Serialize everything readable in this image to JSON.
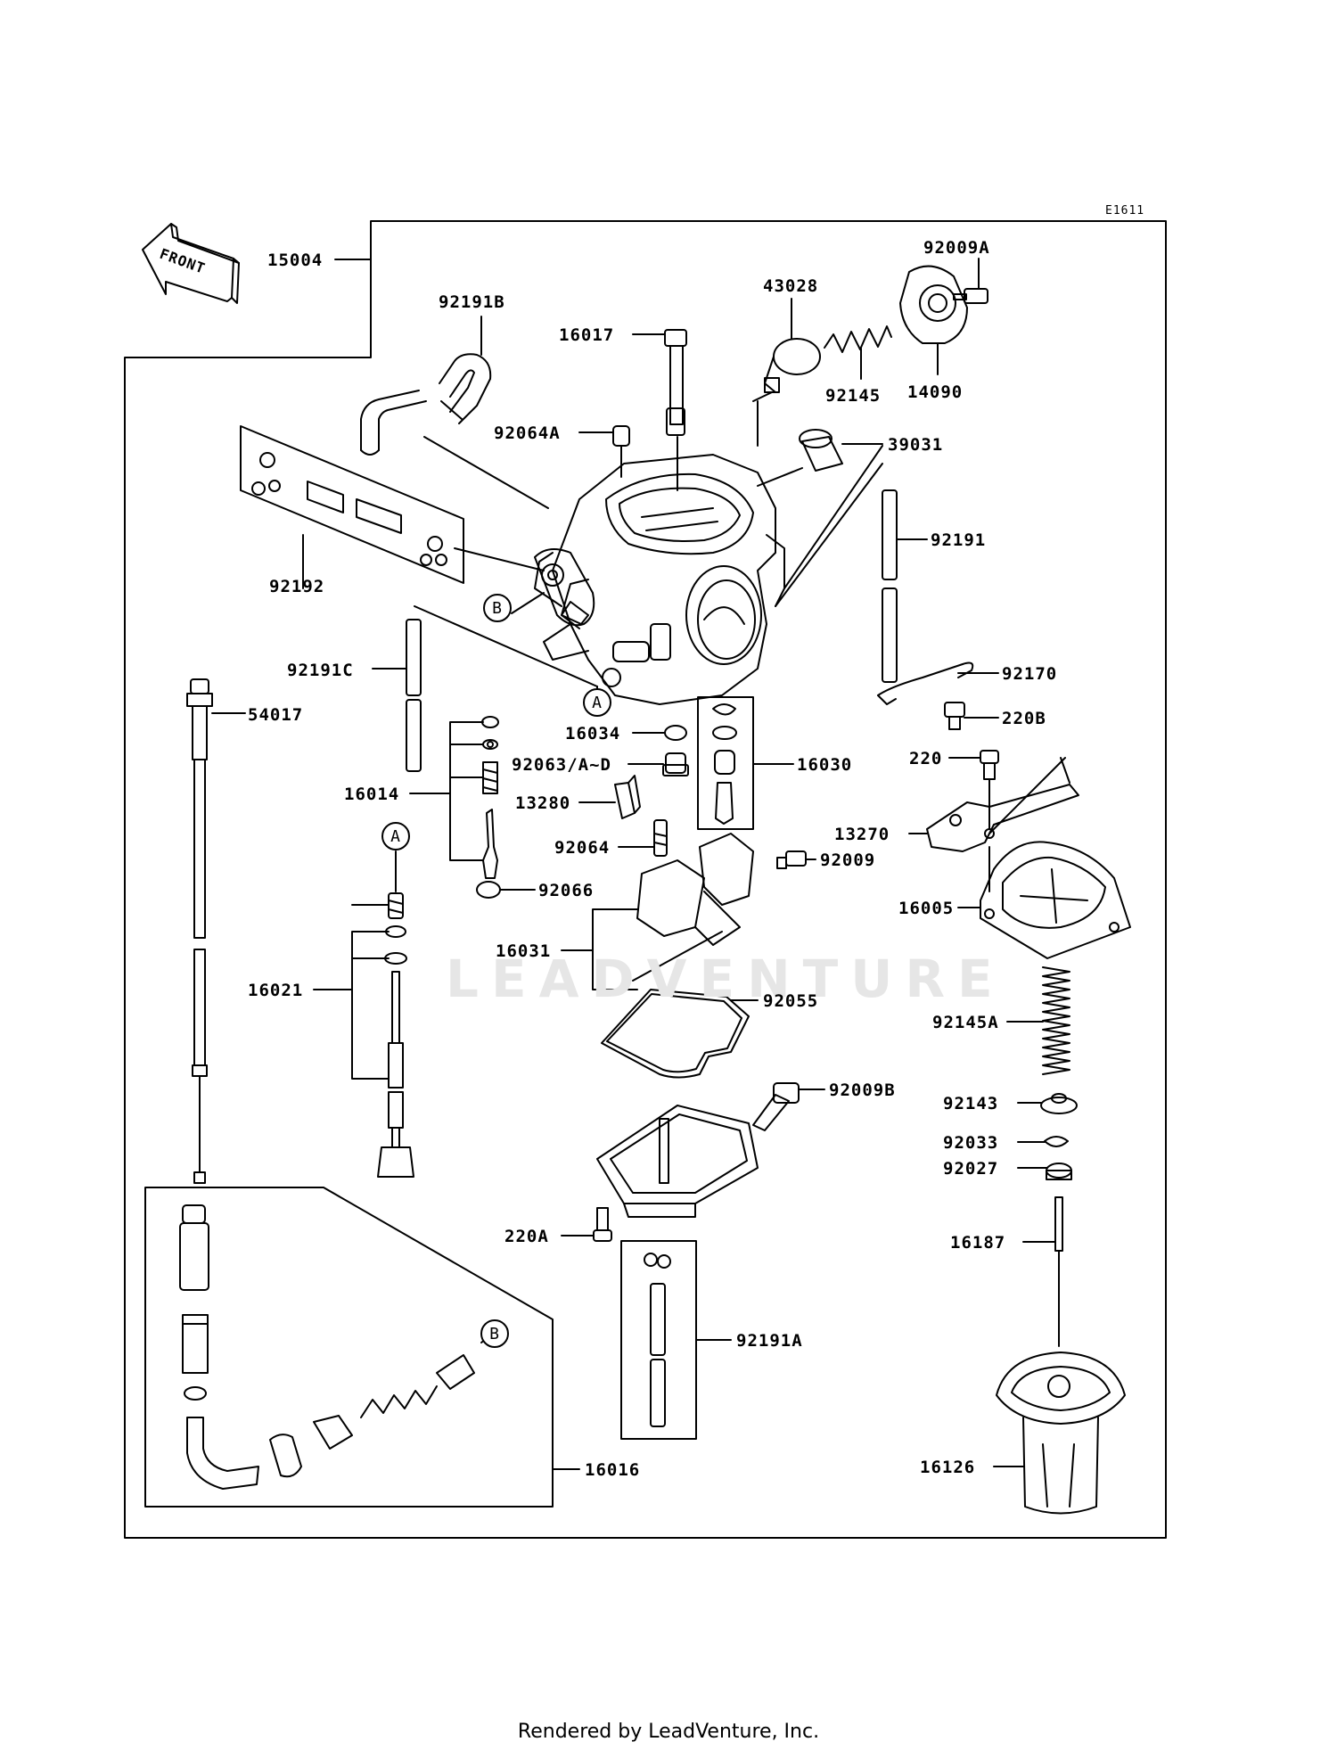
{
  "diagram_code": "E1611",
  "front_label": "FRONT",
  "watermark": "LEADVENTURE",
  "footer": "Rendered by LeadVenture, Inc.",
  "callouts": [
    "A",
    "B"
  ],
  "parts": {
    "p15004": "15004",
    "p92191B": "92191B",
    "p16017": "16017",
    "p43028": "43028",
    "p92009A": "92009A",
    "p92145": "92145",
    "p14090": "14090",
    "p92064A": "92064A",
    "p39031": "39031",
    "p92191": "92191",
    "p92192": "92192",
    "p92170": "92170",
    "p92191C": "92191C",
    "p220B": "220B",
    "p54017": "54017",
    "p16034": "16034",
    "p92063": "92063/A~D",
    "p16030": "16030",
    "p220": "220",
    "p16014": "16014",
    "p13280": "13280",
    "p13270": "13270",
    "p92064": "92064",
    "p92009": "92009",
    "p92066": "92066",
    "p16005": "16005",
    "p16031": "16031",
    "p16021": "16021",
    "p92055": "92055",
    "p92145A": "92145A",
    "p92009B": "92009B",
    "p92143": "92143",
    "p92033": "92033",
    "p92027": "92027",
    "p220A": "220A",
    "p16187": "16187",
    "p92191A": "92191A",
    "p16016": "16016",
    "p16126": "16126"
  }
}
